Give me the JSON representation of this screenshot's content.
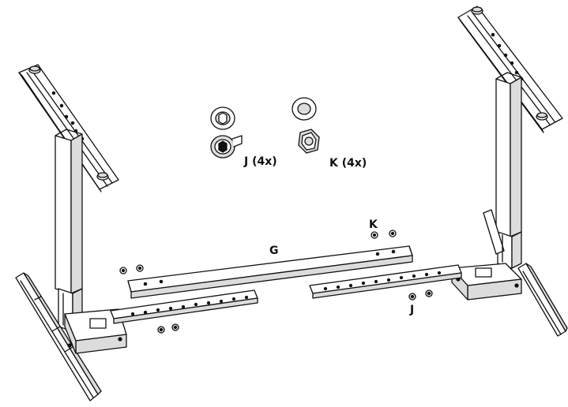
{
  "labels": {
    "j_count": "J (4x)",
    "k_count": "K (4x)",
    "g": "G",
    "k": "K",
    "j": "J"
  },
  "colors": {
    "line": "#111111",
    "shade": "#dcdcdc",
    "panel": "#ffffff"
  }
}
